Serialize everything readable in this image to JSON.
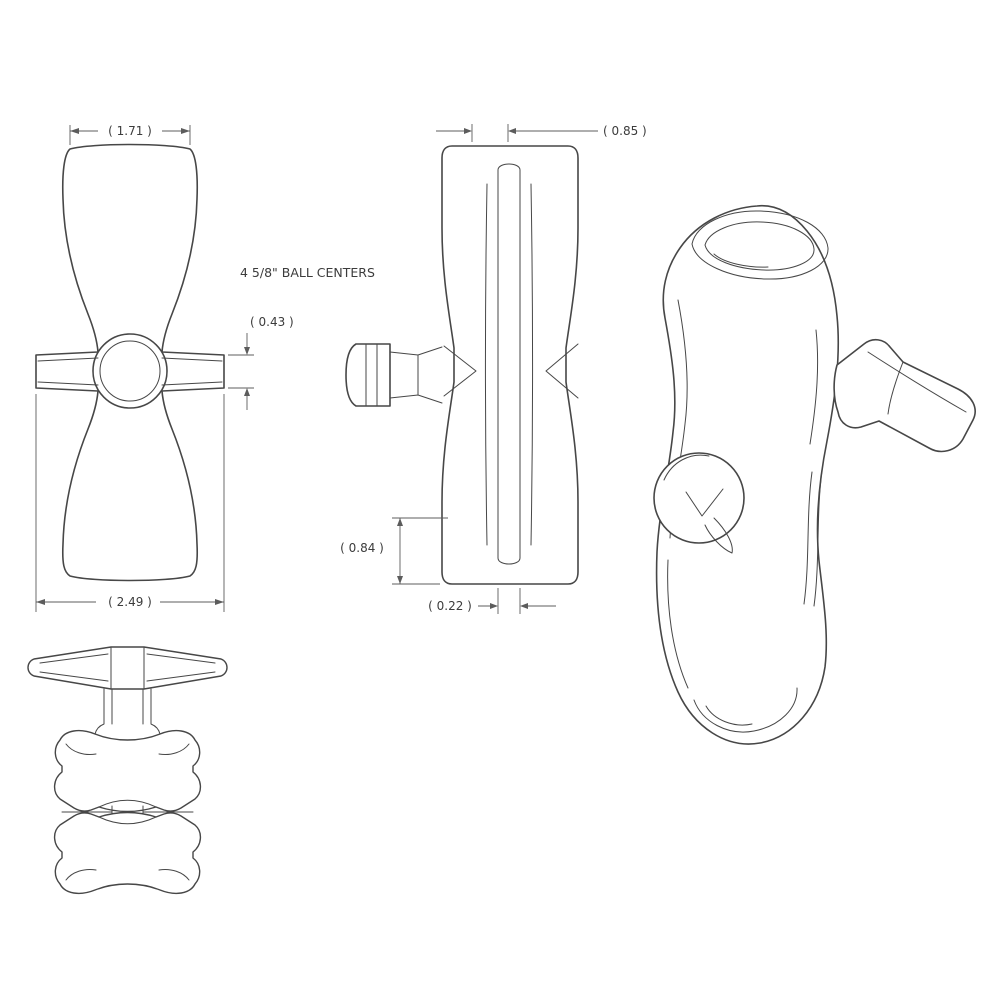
{
  "colors": {
    "line": "#474747",
    "dimension": "#5c5c5c",
    "text": "#3c3c3c",
    "background": "#ffffff"
  },
  "note": "4 5/8\" BALL CENTERS",
  "dimensions": {
    "front_top_width": "( 1.71 )",
    "front_tab": "( 0.43 )",
    "front_overall": "( 2.49 )",
    "side_top": "( 0.85 )",
    "side_lower": "( 0.84 )",
    "side_slot": "( 0.22 )"
  }
}
